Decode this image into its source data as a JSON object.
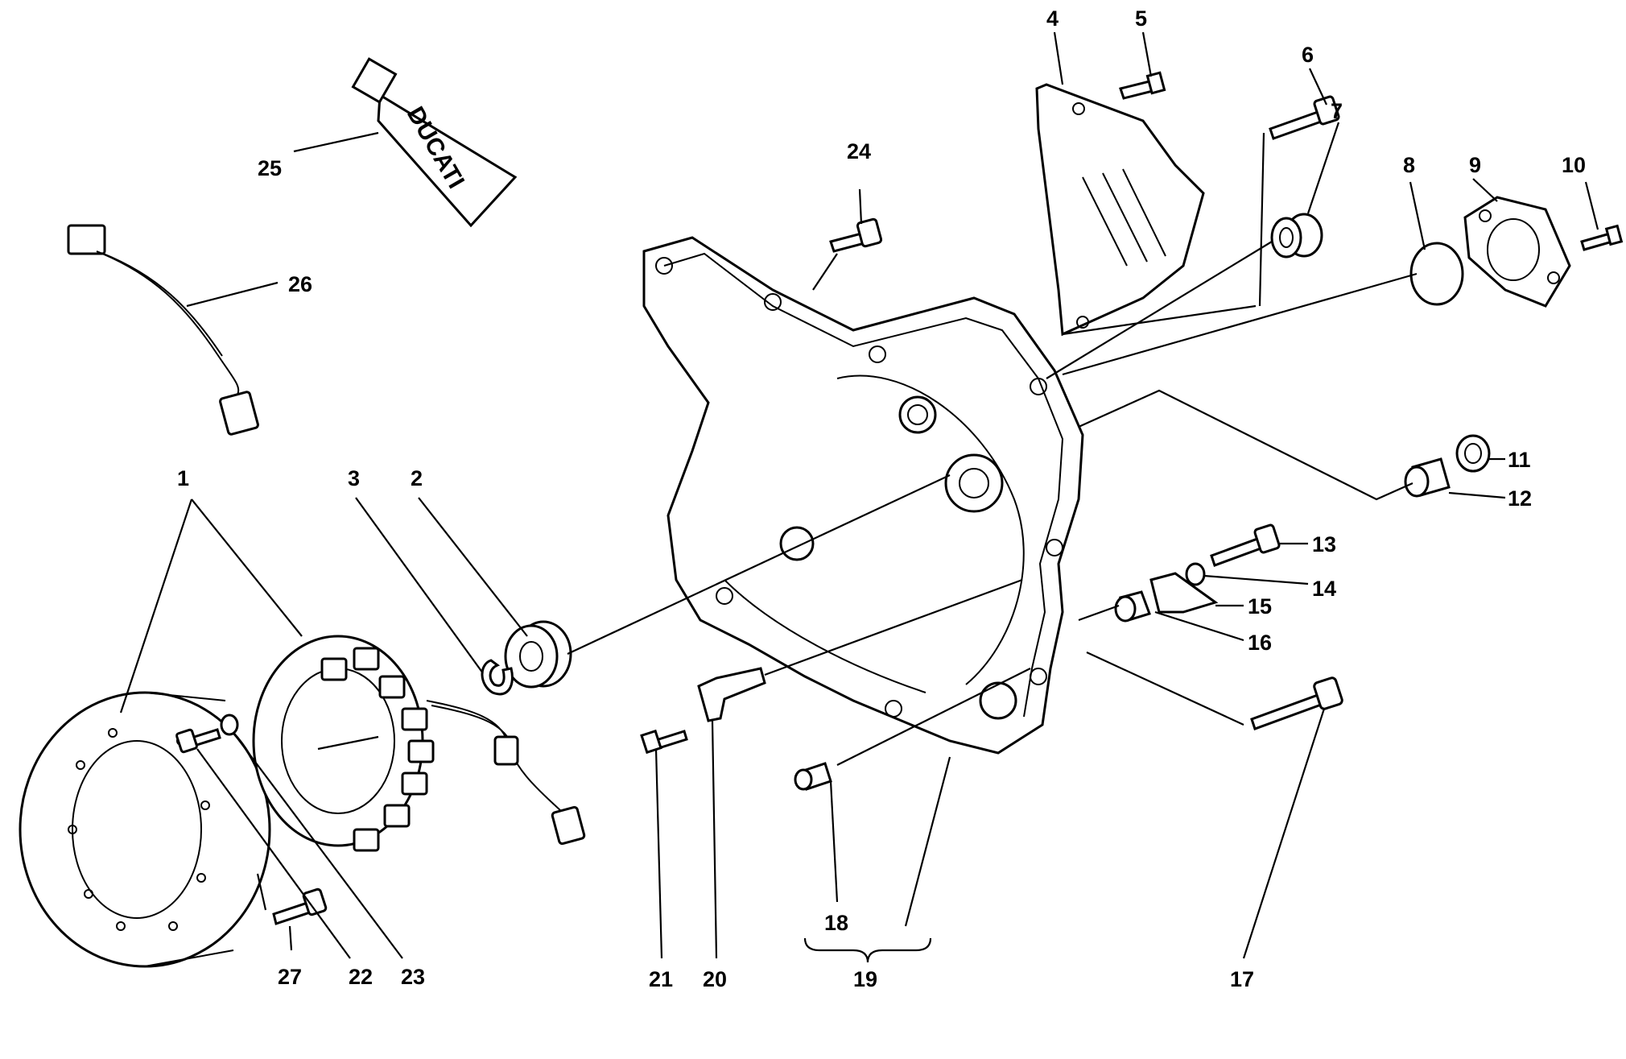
{
  "diagram": {
    "brand_text": "DUCATI",
    "callouts": [
      "1",
      "2",
      "3",
      "4",
      "5",
      "6",
      "7",
      "8",
      "9",
      "10",
      "11",
      "12",
      "13",
      "14",
      "15",
      "16",
      "17",
      "18",
      "19",
      "20",
      "21",
      "22",
      "23",
      "24",
      "25",
      "26",
      "27"
    ]
  }
}
